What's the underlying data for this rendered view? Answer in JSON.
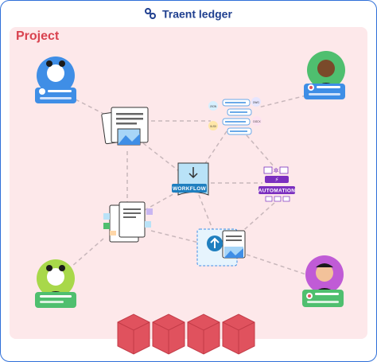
{
  "brand": {
    "name": "Traent ledger",
    "icon": "traent-logo-icon"
  },
  "project": {
    "title": "Project"
  },
  "workflow": {
    "label": "WORKFLOW",
    "icon": "workflow-document-icon"
  },
  "automation": {
    "label": "AUTOMATION",
    "icon": "automation-gear-icon"
  },
  "chat": {
    "badges": [
      "JSON",
      "XLSX",
      "DWG",
      "DOCX"
    ]
  },
  "colors": {
    "brand": "#1f3f8f",
    "project_bg": "#fde8ea",
    "project_title": "#d9424f",
    "workflow": "#1f7fbf",
    "automation": "#7b2fbf",
    "blocks": "#e0525e"
  }
}
